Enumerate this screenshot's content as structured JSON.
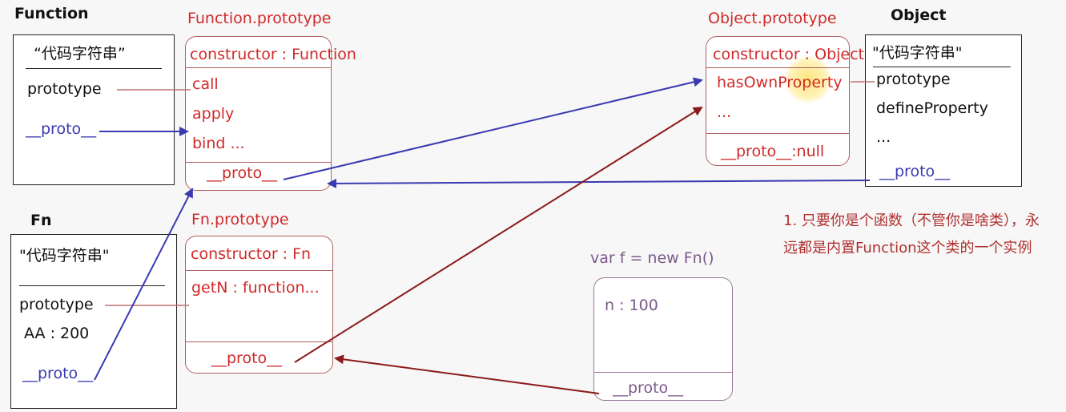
{
  "function_block": {
    "title": "Function",
    "code": "“代码字符串”",
    "prototype": "prototype",
    "proto": "__proto__"
  },
  "function_prototype": {
    "title": "Function.prototype",
    "constructor": "constructor : Function",
    "methods": [
      "call",
      "apply",
      "bind ..."
    ],
    "proto": "__proto__"
  },
  "object_prototype": {
    "title": "Object.prototype",
    "constructor": "constructor : Object",
    "methods": [
      "hasOwnProperty",
      "..."
    ],
    "proto": "__proto__:null"
  },
  "object_block": {
    "title": "Object",
    "code": "\"代码字符串\"",
    "props": [
      "prototype",
      "defineProperty",
      "..."
    ],
    "proto": "__proto__"
  },
  "fn_block": {
    "title": "Fn",
    "code": "\"代码字符串\"",
    "prototype": "prototype",
    "aa": "AA : 200",
    "proto": "__proto__"
  },
  "fn_prototype": {
    "title": "Fn.prototype",
    "constructor": "constructor : Fn",
    "method": "getN : function...",
    "proto": "__proto__"
  },
  "instance": {
    "code": "var f = new Fn()",
    "prop": "n : 100",
    "proto": "__proto__"
  },
  "note": "1. 只要你是个函数（不管你是啥类），永远都是内置Function这个类的一个实例",
  "colors": {
    "red_text": "#d02a2a",
    "blue_arrow": "#3a3ab0",
    "dark_red_arrow": "#8b1a1a",
    "purple": "#9a789a"
  }
}
